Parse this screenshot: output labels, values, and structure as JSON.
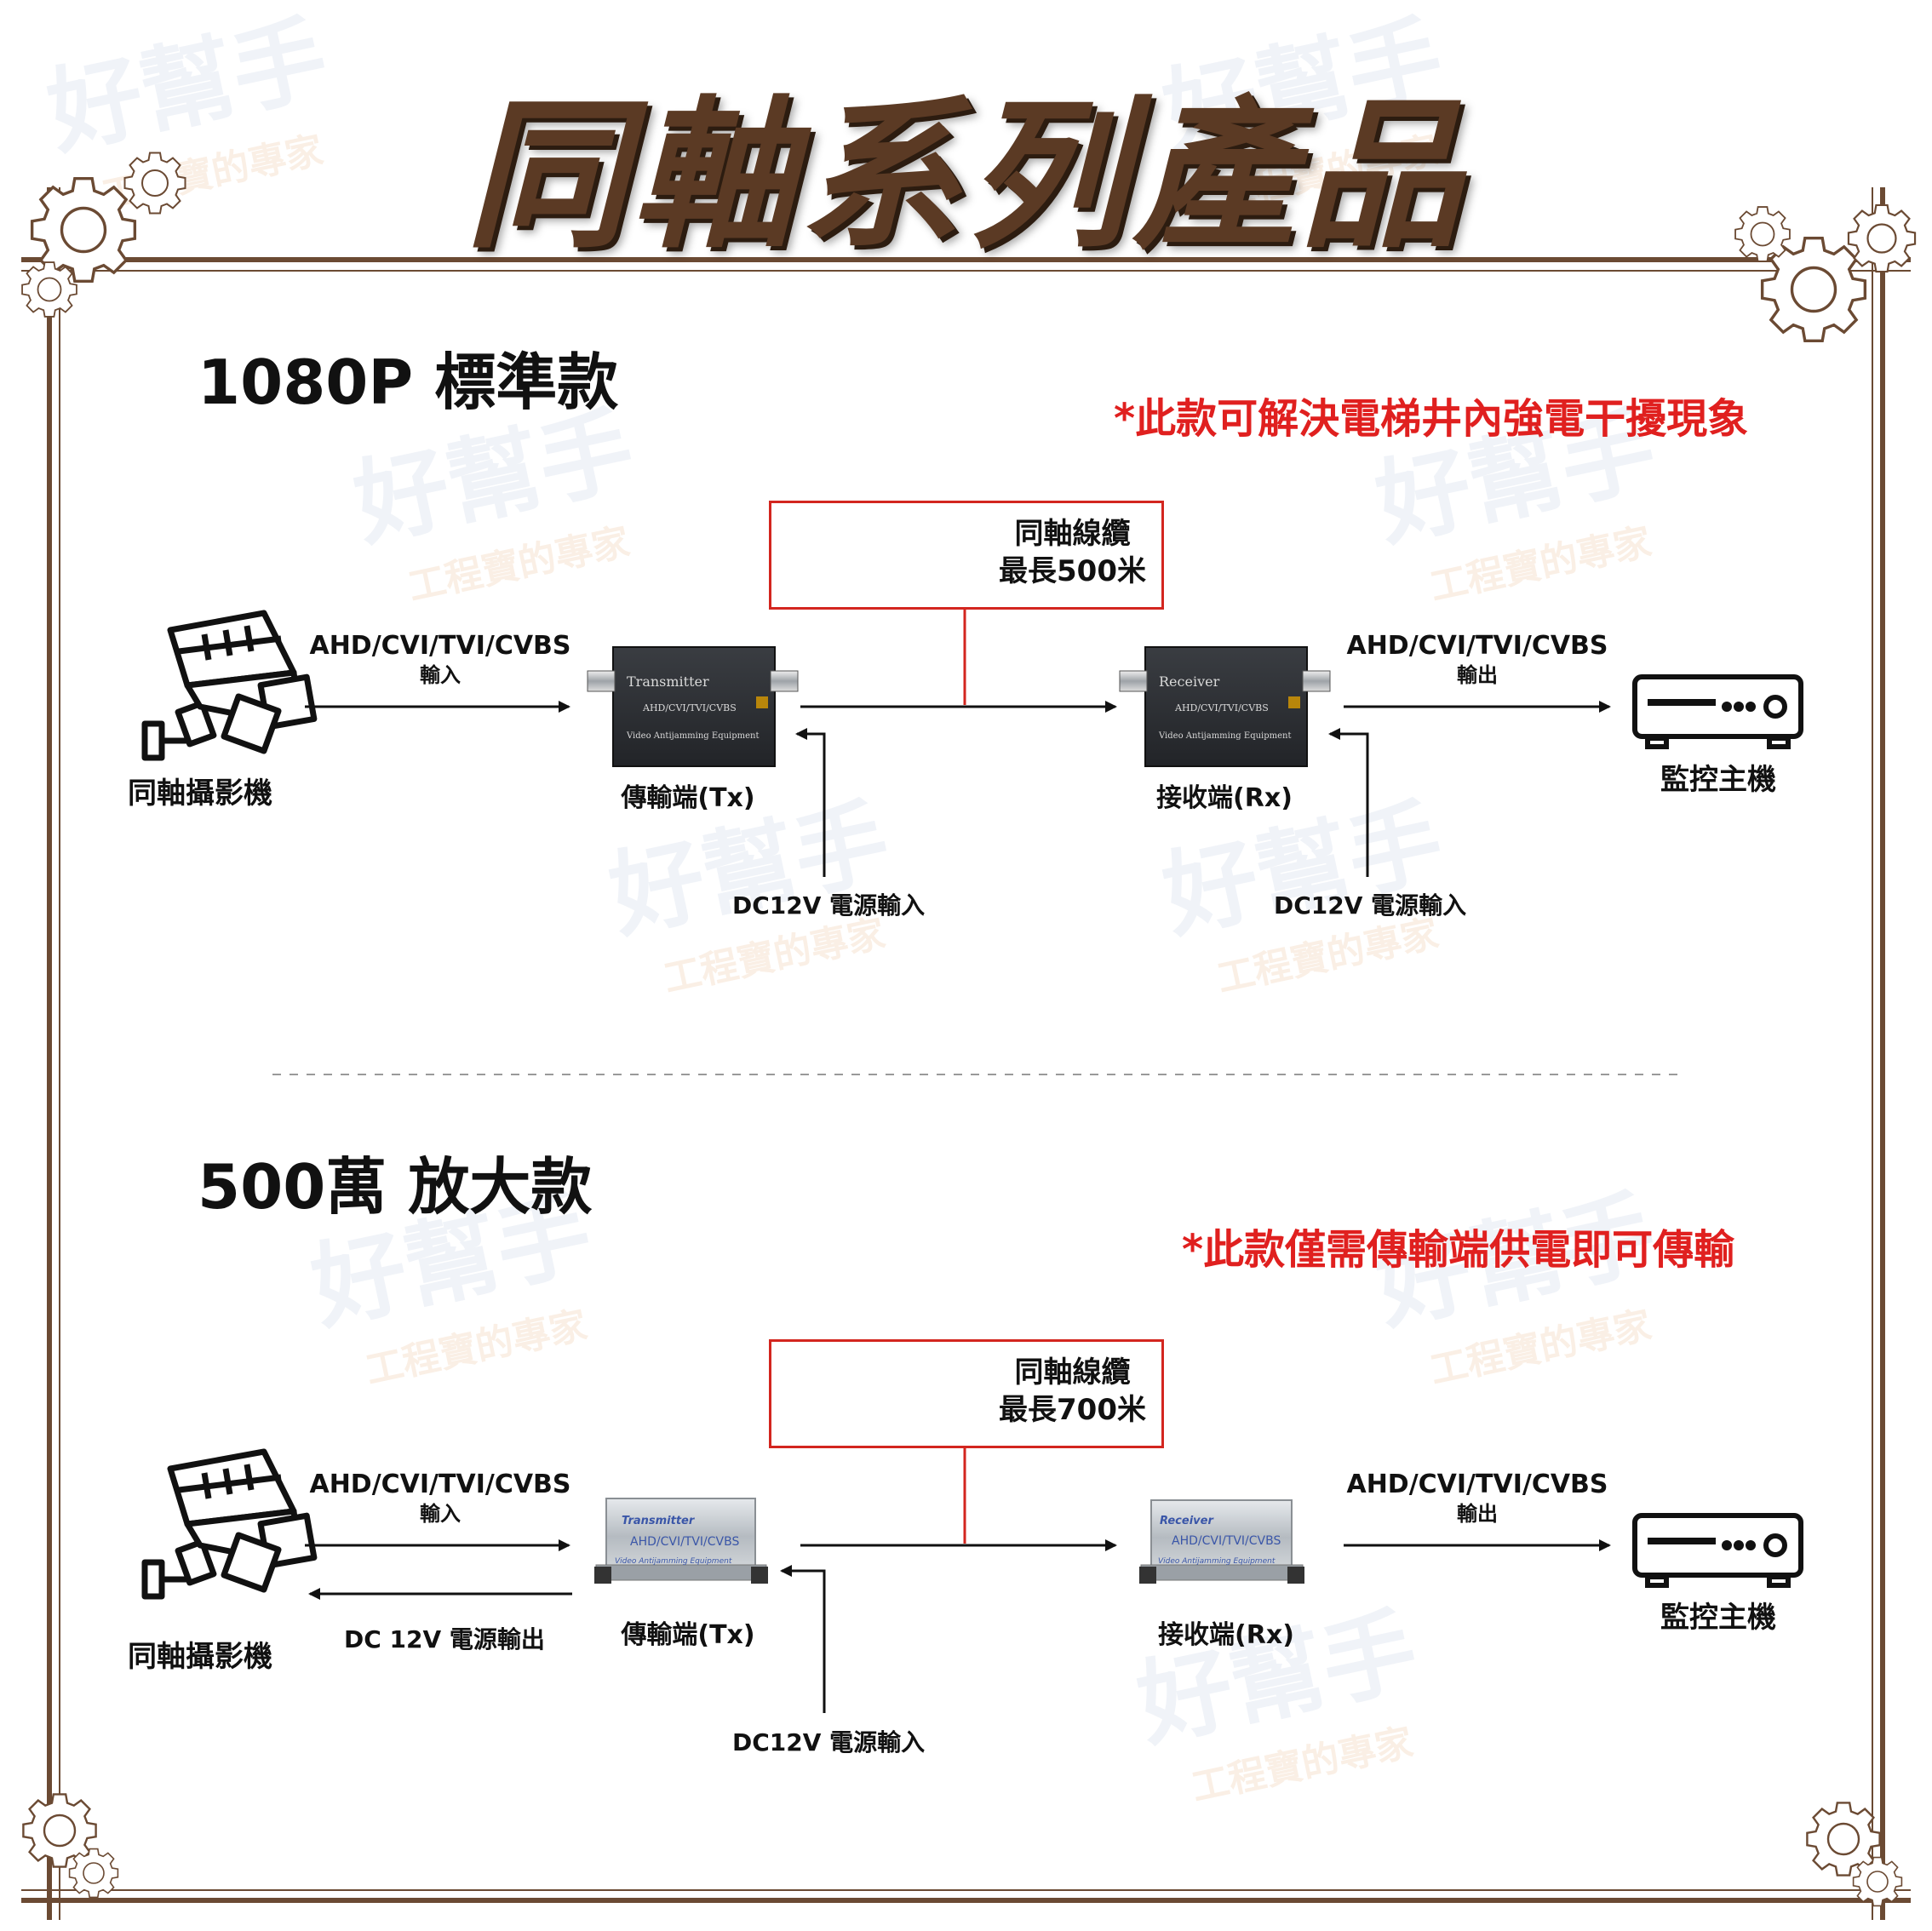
{
  "page": {
    "title": "同軸系列產品"
  },
  "watermark": {
    "brand": "好幫手",
    "slogan": "工程寶的專家"
  },
  "sections": [
    {
      "title": "1080P 標準款",
      "note": "*此款可解決電梯井內強電干擾現象",
      "cable": {
        "line1": "同軸線纜",
        "line2": "最長500米"
      },
      "camera_label": "同軸攝影機",
      "input_signal": {
        "formats": "AHD/CVI/TVI/CVBS",
        "direction": "輸入"
      },
      "tx_label": "傳輸端(Tx)",
      "rx_label": "接收端(Rx)",
      "output_signal": {
        "formats": "AHD/CVI/TVI/CVBS",
        "direction": "輸出"
      },
      "dvr_label": "監控主機",
      "tx_power": "DC12V 電源輸入",
      "rx_power": "DC12V 電源輸入",
      "tx_device": {
        "line1": "Transmitter",
        "line2": "AHD/CVI/TVI/CVBS",
        "line3": "Video Antijamming Equipment"
      },
      "rx_device": {
        "line1": "Receiver",
        "line2": "AHD/CVI/TVI/CVBS",
        "line3": "Video Antijamming Equipment"
      }
    },
    {
      "title": "500萬 放大款",
      "note": "*此款僅需傳輸端供電即可傳輸",
      "cable": {
        "line1": "同軸線纜",
        "line2": "最長700米"
      },
      "camera_label": "同軸攝影機",
      "input_signal": {
        "formats": "AHD/CVI/TVI/CVBS",
        "direction": "輸入"
      },
      "camera_power_out": "DC 12V 電源輸出",
      "tx_label": "傳輸端(Tx)",
      "rx_label": "接收端(Rx)",
      "output_signal": {
        "formats": "AHD/CVI/TVI/CVBS",
        "direction": "輸出"
      },
      "dvr_label": "監控主機",
      "tx_power": "DC12V 電源輸入",
      "tx_device": {
        "line1": "Transmitter",
        "line2": "AHD/CVI/TVI/CVBS",
        "line3": "Video Antijamming Equipment"
      },
      "rx_device": {
        "line1": "Receiver",
        "line2": "AHD/CVI/TVI/CVBS",
        "line3": "Video Antijamming Equipment"
      }
    }
  ],
  "colors": {
    "frame": "#6b4a33",
    "title": "#5b3a24",
    "note": "#e0201f",
    "cable_box": "#d3261f",
    "device_black": "#2f3236",
    "device_silver": "#c4c8cc"
  }
}
